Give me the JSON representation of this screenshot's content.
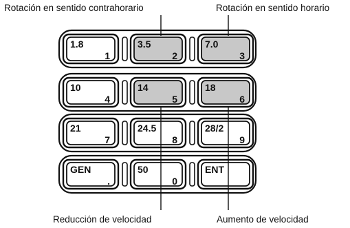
{
  "callouts": {
    "top_left": "Rotación en sentido contrahorario",
    "top_right": "Rotación en sentido horario",
    "bottom_left": "Reducción de velocidad",
    "bottom_right": "Aumento de velocidad"
  },
  "colors": {
    "highlight": "#c8c8c8",
    "key_face": "#ffffff",
    "outline": "#111111"
  },
  "keypad": {
    "rows": [
      [
        {
          "label": "1.8",
          "num": "1",
          "highlighted": false
        },
        {
          "label": "3.5",
          "num": "2",
          "highlighted": true
        },
        {
          "label": "7.0",
          "num": "3",
          "highlighted": true
        }
      ],
      [
        {
          "label": "10",
          "num": "4",
          "highlighted": false
        },
        {
          "label": "14",
          "num": "5",
          "highlighted": true
        },
        {
          "label": "18",
          "num": "6",
          "highlighted": true
        }
      ],
      [
        {
          "label": "21",
          "num": "7",
          "highlighted": false
        },
        {
          "label": "24.5",
          "num": "8",
          "highlighted": false
        },
        {
          "label": "28/2",
          "num": "9",
          "highlighted": false
        }
      ],
      [
        {
          "label": "GEN",
          "num": ".",
          "highlighted": false
        },
        {
          "label": "50",
          "num": "0",
          "highlighted": false
        },
        {
          "label": "ENT",
          "num": "",
          "highlighted": false
        }
      ]
    ]
  }
}
